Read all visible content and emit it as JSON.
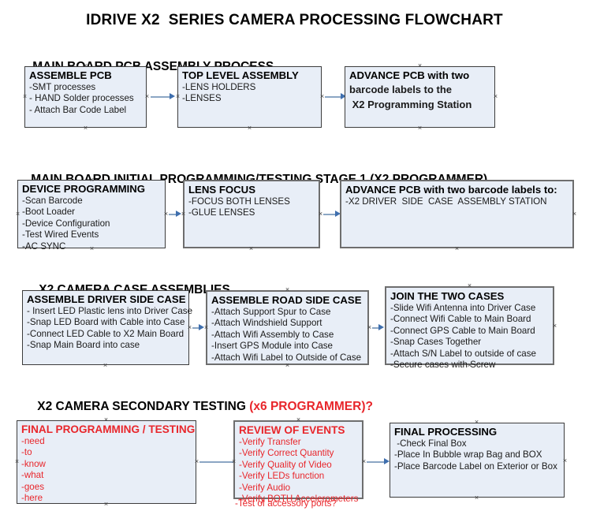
{
  "document": {
    "title": "IDRIVE X2  SERIES CAMERA PROCESSING FLOWCHART",
    "accent_red": "#e8262b",
    "box_fill": "#e8eef7",
    "box_border": "#3c3c3c",
    "connector_color": "#8ba6c4",
    "arrow_color": "#3f6fae"
  },
  "sections": [
    {
      "heading": "MAIN BOARD PCB ASSEMBLY PROCESS",
      "heading_highlight": "",
      "nodes": [
        {
          "title": "ASSEMBLE PCB",
          "items": [
            "-SMT processes",
            "- HAND Solder processes",
            "- Attach Bar Code Label"
          ]
        },
        {
          "title": "TOP LEVEL ASSEMBLY",
          "items": [
            "-LENS HOLDERS",
            "-LENSES"
          ]
        },
        {
          "title": "ADVANCE PCB with two",
          "items": [
            "barcode labels to the",
            " X2 Programming Station"
          ]
        }
      ]
    },
    {
      "heading": "MAIN BOARD INITIAL PROGRAMMING/TESTING STAGE 1 (X2 PROGRAMMER)",
      "heading_highlight": "",
      "nodes": [
        {
          "title": "DEVICE PROGRAMMING",
          "items": [
            "-Scan Barcode",
            "-Boot Loader",
            "-Device Configuration",
            "-Test Wired Events",
            "-AC SYNC"
          ]
        },
        {
          "title": "LENS FOCUS",
          "items": [
            "-FOCUS BOTH LENSES",
            "-GLUE LENSES"
          ]
        },
        {
          "title": "ADVANCE PCB with two barcode labels to:",
          "items": [
            "-X2 DRIVER  SIDE  CASE  ASSEMBLY STATION"
          ]
        }
      ]
    },
    {
      "heading": "X2 CAMERA CASE ASSEMBLIES",
      "heading_highlight": "",
      "nodes": [
        {
          "title": "ASSEMBLE DRIVER SIDE CASE",
          "items": [
            "- Insert LED Plastic lens into Driver Case",
            "-Snap LED Board with Cable into Case",
            "-Connect LED Cable to X2 Main Board",
            "-Snap Main Board into case"
          ]
        },
        {
          "title": "ASSEMBLE ROAD SIDE CASE",
          "items": [
            "-Attach Support Spur to Case",
            "-Attach Windshield Support",
            "-Attach Wifi Assembly to Case",
            "-Insert GPS Module into Case",
            "-Attach Wifi Label to Outside of Case"
          ]
        },
        {
          "title": "JOIN THE TWO CASES",
          "items": [
            "-Slide Wifi Antenna into Driver Case",
            "-Connect Wifi Cable to Main Board",
            "-Connect GPS Cable to Main Board",
            "-Snap Cases Together",
            "-Attach S/N Label to outside of case",
            "-Secure cases with Screw"
          ]
        }
      ]
    },
    {
      "heading": "X2 CAMERA SECONDARY TESTING ",
      "heading_highlight": "(x6 PROGRAMMER)?",
      "nodes": [
        {
          "title": "FINAL PROGRAMMING / TESTING",
          "items": [
            "-need",
            "-to",
            "-know",
            "-what",
            "-goes",
            "-here"
          ]
        },
        {
          "title": "REVIEW OF EVENTS",
          "items": [
            "-Verify Transfer",
            "-Verify Correct Quantity",
            "-Verify Quality of Video",
            "-Verify LEDs function",
            "-Verify Audio",
            "-Verify BOTH Accelerometers"
          ],
          "overflow_item": "-Test of accessory ports?"
        },
        {
          "title": "FINAL PROCESSING",
          "items": [
            " -Check Final Box",
            "-Place In Bubble wrap Bag and BOX",
            "-Place Barcode Label on Exterior or Box"
          ]
        }
      ]
    }
  ]
}
